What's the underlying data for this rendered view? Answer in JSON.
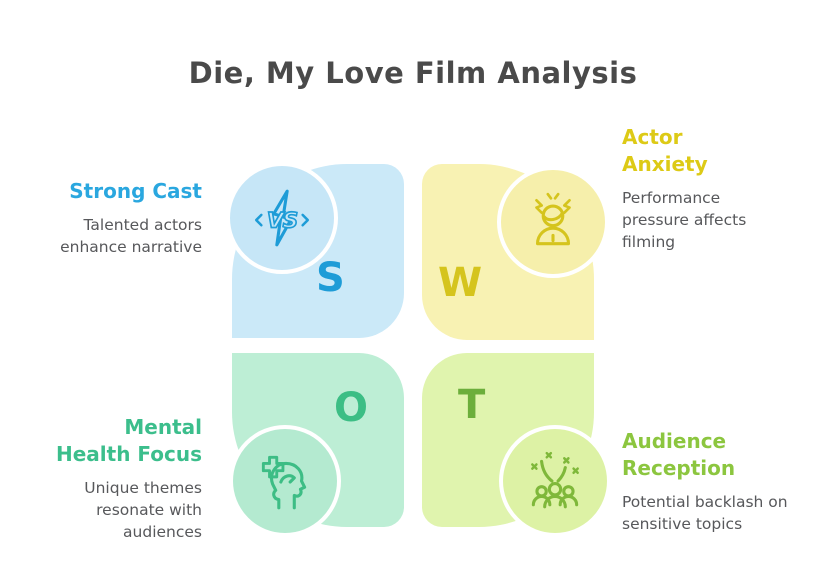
{
  "title": "Die, My Love Film Analysis",
  "title_color": "#4a4a4a",
  "body_text_color": "#57585b",
  "background_color": "#ffffff",
  "quadrants": {
    "s": {
      "letter": "S",
      "heading_line1": "Strong Cast",
      "heading_line2": "",
      "description": "Talented actors enhance narrative",
      "icon": "vs-battle-icon",
      "petal_color": "#cbe9f8",
      "circle_color": "#c6e6f7",
      "letter_color": "#1e9cd7",
      "heading_color": "#2aa7df",
      "icon_color": "#1e9cd7"
    },
    "w": {
      "letter": "W",
      "heading_line1": "Actor",
      "heading_line2": "Anxiety",
      "description": "Performance pressure affects filming",
      "icon": "anxious-person-icon",
      "petal_color": "#f8f2b3",
      "circle_color": "#f6efab",
      "letter_color": "#d5c41d",
      "heading_color": "#ddca16",
      "icon_color": "#d5c41d"
    },
    "o": {
      "letter": "O",
      "heading_line1": "Mental",
      "heading_line2": "Health Focus",
      "description": "Unique themes resonate with audiences",
      "icon": "mental-health-icon",
      "petal_color": "#bdeed5",
      "circle_color": "#b4ead0",
      "letter_color": "#3cbe85",
      "heading_color": "#3cbe8c",
      "icon_color": "#3dbd85"
    },
    "t": {
      "letter": "T",
      "heading_line1": "Audience",
      "heading_line2": "Reception",
      "description": "Potential backlash on sensitive topics",
      "icon": "audience-celebration-icon",
      "petal_color": "#e0f4ae",
      "circle_color": "#ddf2a5",
      "letter_color": "#6cae3b",
      "heading_color": "#8cc63f",
      "icon_color": "#7fb83a"
    }
  }
}
